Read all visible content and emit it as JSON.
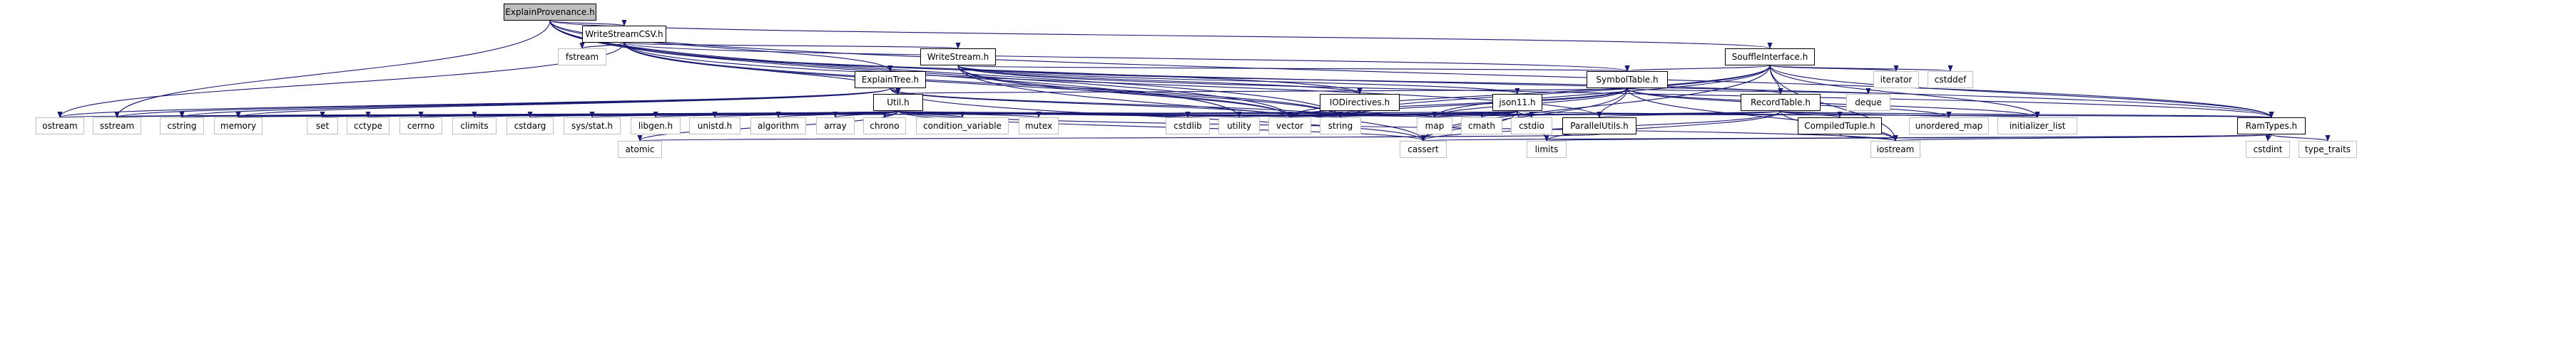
{
  "graph": {
    "root": "ExplainProvenance.h",
    "nodes": [
      {
        "id": "explainprovenance",
        "label": "ExplainProvenance.h",
        "kind": "root"
      },
      {
        "id": "writestreamcsv",
        "label": "WriteStreamCSV.h",
        "kind": "header"
      },
      {
        "id": "souffleinterface",
        "label": "SouffleInterface.h",
        "kind": "header"
      },
      {
        "id": "fstream",
        "label": "fstream",
        "kind": "system"
      },
      {
        "id": "writestream",
        "label": "WriteStream.h",
        "kind": "header"
      },
      {
        "id": "explaintree",
        "label": "ExplainTree.h",
        "kind": "header"
      },
      {
        "id": "symboltable",
        "label": "SymbolTable.h",
        "kind": "header"
      },
      {
        "id": "iterator",
        "label": "iterator",
        "kind": "system"
      },
      {
        "id": "cstddef",
        "label": "cstddef",
        "kind": "system"
      },
      {
        "id": "util",
        "label": "Util.h",
        "kind": "header"
      },
      {
        "id": "iodirectives",
        "label": "IODirectives.h",
        "kind": "header"
      },
      {
        "id": "json11",
        "label": "json11.h",
        "kind": "header"
      },
      {
        "id": "recordtable",
        "label": "RecordTable.h",
        "kind": "header"
      },
      {
        "id": "deque",
        "label": "deque",
        "kind": "system"
      },
      {
        "id": "ostream",
        "label": "ostream",
        "kind": "system"
      },
      {
        "id": "sstream",
        "label": "sstream",
        "kind": "system"
      },
      {
        "id": "cstring",
        "label": "cstring",
        "kind": "system"
      },
      {
        "id": "memory",
        "label": "memory",
        "kind": "system"
      },
      {
        "id": "set",
        "label": "set",
        "kind": "system"
      },
      {
        "id": "cctype",
        "label": "cctype",
        "kind": "system"
      },
      {
        "id": "cerrno",
        "label": "cerrno",
        "kind": "system"
      },
      {
        "id": "climits",
        "label": "climits",
        "kind": "system"
      },
      {
        "id": "cstdarg",
        "label": "cstdarg",
        "kind": "system"
      },
      {
        "id": "sysstat",
        "label": "sys/stat.h",
        "kind": "system"
      },
      {
        "id": "libgen",
        "label": "libgen.h",
        "kind": "system"
      },
      {
        "id": "unistd",
        "label": "unistd.h",
        "kind": "system"
      },
      {
        "id": "algorithm",
        "label": "algorithm",
        "kind": "system"
      },
      {
        "id": "array",
        "label": "array",
        "kind": "system"
      },
      {
        "id": "chrono",
        "label": "chrono",
        "kind": "system"
      },
      {
        "id": "condition_variable",
        "label": "condition_variable",
        "kind": "system"
      },
      {
        "id": "mutex",
        "label": "mutex",
        "kind": "system"
      },
      {
        "id": "cstdlib",
        "label": "cstdlib",
        "kind": "system"
      },
      {
        "id": "utility",
        "label": "utility",
        "kind": "system"
      },
      {
        "id": "vector",
        "label": "vector",
        "kind": "system"
      },
      {
        "id": "string",
        "label": "string",
        "kind": "system"
      },
      {
        "id": "map",
        "label": "map",
        "kind": "system"
      },
      {
        "id": "cmath",
        "label": "cmath",
        "kind": "system"
      },
      {
        "id": "cstdio",
        "label": "cstdio",
        "kind": "system"
      },
      {
        "id": "parallelutils",
        "label": "ParallelUtils.h",
        "kind": "header"
      },
      {
        "id": "compiledtuple",
        "label": "CompiledTuple.h",
        "kind": "header"
      },
      {
        "id": "unordered_map",
        "label": "unordered_map",
        "kind": "system"
      },
      {
        "id": "initializer_list",
        "label": "initializer_list",
        "kind": "system"
      },
      {
        "id": "ramtypes",
        "label": "RamTypes.h",
        "kind": "header"
      },
      {
        "id": "atomic",
        "label": "atomic",
        "kind": "system"
      },
      {
        "id": "cassert",
        "label": "cassert",
        "kind": "system"
      },
      {
        "id": "limits",
        "label": "limits",
        "kind": "system"
      },
      {
        "id": "iostream",
        "label": "iostream",
        "kind": "system"
      },
      {
        "id": "cstdint",
        "label": "cstdint",
        "kind": "system"
      },
      {
        "id": "type_traits",
        "label": "type_traits",
        "kind": "system"
      }
    ],
    "edges": [
      [
        "explainprovenance",
        "writestreamcsv"
      ],
      [
        "explainprovenance",
        "souffleinterface"
      ],
      [
        "explainprovenance",
        "explaintree"
      ],
      [
        "explainprovenance",
        "sstream"
      ],
      [
        "explainprovenance",
        "string"
      ],
      [
        "explainprovenance",
        "vector"
      ],
      [
        "explainprovenance",
        "utility"
      ],
      [
        "explainprovenance",
        "ramtypes"
      ],
      [
        "writestreamcsv",
        "fstream"
      ],
      [
        "writestreamcsv",
        "writestream"
      ],
      [
        "writestreamcsv",
        "symboltable"
      ],
      [
        "writestreamcsv",
        "util"
      ],
      [
        "writestreamcsv",
        "iodirectives"
      ],
      [
        "writestreamcsv",
        "parallelutils"
      ],
      [
        "writestreamcsv",
        "string"
      ],
      [
        "writestreamcsv",
        "vector"
      ],
      [
        "writestreamcsv",
        "ostream"
      ],
      [
        "writestreamcsv",
        "ramtypes"
      ],
      [
        "writestream",
        "symboltable"
      ],
      [
        "writestream",
        "iodirectives"
      ],
      [
        "writestream",
        "json11"
      ],
      [
        "writestream",
        "recordtable"
      ],
      [
        "writestream",
        "ramtypes"
      ],
      [
        "writestream",
        "string"
      ],
      [
        "writestream",
        "vector"
      ],
      [
        "writestream",
        "cassert"
      ],
      [
        "souffleinterface",
        "symboltable"
      ],
      [
        "souffleinterface",
        "iterator"
      ],
      [
        "souffleinterface",
        "cstddef"
      ],
      [
        "souffleinterface",
        "ramtypes"
      ],
      [
        "souffleinterface",
        "initializer_list"
      ],
      [
        "souffleinterface",
        "iostream"
      ],
      [
        "souffleinterface",
        "map"
      ],
      [
        "souffleinterface",
        "string"
      ],
      [
        "souffleinterface",
        "vector"
      ],
      [
        "souffleinterface",
        "cassert"
      ],
      [
        "souffleinterface",
        "recordtable"
      ],
      [
        "explaintree",
        "util"
      ],
      [
        "explaintree",
        "sstream"
      ],
      [
        "explaintree",
        "ostream"
      ],
      [
        "explaintree",
        "cstring"
      ],
      [
        "explaintree",
        "memory"
      ],
      [
        "explaintree",
        "string"
      ],
      [
        "explaintree",
        "vector"
      ],
      [
        "explaintree",
        "cassert"
      ],
      [
        "symboltable",
        "util"
      ],
      [
        "symboltable",
        "parallelutils"
      ],
      [
        "symboltable",
        "deque"
      ],
      [
        "symboltable",
        "map"
      ],
      [
        "symboltable",
        "unordered_map"
      ],
      [
        "symboltable",
        "string"
      ],
      [
        "symboltable",
        "vector"
      ],
      [
        "symboltable",
        "cassert"
      ],
      [
        "symboltable",
        "iostream"
      ],
      [
        "symboltable",
        "initializer_list"
      ],
      [
        "util",
        "ostream"
      ],
      [
        "util",
        "sstream"
      ],
      [
        "util",
        "cstring"
      ],
      [
        "util",
        "memory"
      ],
      [
        "util",
        "set"
      ],
      [
        "util",
        "cctype"
      ],
      [
        "util",
        "cerrno"
      ],
      [
        "util",
        "climits"
      ],
      [
        "util",
        "cstdarg"
      ],
      [
        "util",
        "sysstat"
      ],
      [
        "util",
        "libgen"
      ],
      [
        "util",
        "unistd"
      ],
      [
        "util",
        "algorithm"
      ],
      [
        "util",
        "array"
      ],
      [
        "util",
        "chrono"
      ],
      [
        "util",
        "condition_variable"
      ],
      [
        "util",
        "mutex"
      ],
      [
        "util",
        "cstdlib"
      ],
      [
        "util",
        "utility"
      ],
      [
        "util",
        "vector"
      ],
      [
        "util",
        "string"
      ],
      [
        "util",
        "map"
      ],
      [
        "util",
        "iostream"
      ],
      [
        "util",
        "atomic"
      ],
      [
        "util",
        "cassert"
      ],
      [
        "util",
        "ramtypes"
      ],
      [
        "iodirectives",
        "map"
      ],
      [
        "iodirectives",
        "string"
      ],
      [
        "iodirectives",
        "vector"
      ],
      [
        "iodirectives",
        "memory"
      ],
      [
        "json11",
        "string"
      ],
      [
        "json11",
        "vector"
      ],
      [
        "json11",
        "map"
      ],
      [
        "json11",
        "memory"
      ],
      [
        "json11",
        "initializer_list"
      ],
      [
        "json11",
        "cmath"
      ],
      [
        "json11",
        "cstdio"
      ],
      [
        "json11",
        "cstdlib"
      ],
      [
        "json11",
        "utility"
      ],
      [
        "json11",
        "limits"
      ],
      [
        "json11",
        "cassert"
      ],
      [
        "recordtable",
        "compiledtuple"
      ],
      [
        "recordtable",
        "parallelutils"
      ],
      [
        "recordtable",
        "ramtypes"
      ],
      [
        "recordtable",
        "cassert"
      ],
      [
        "recordtable",
        "limits"
      ],
      [
        "recordtable",
        "map"
      ],
      [
        "recordtable",
        "unordered_map"
      ],
      [
        "recordtable",
        "vector"
      ],
      [
        "recordtable",
        "iostream"
      ],
      [
        "parallelutils",
        "atomic"
      ],
      [
        "compiledtuple",
        "iostream"
      ],
      [
        "ramtypes",
        "cstdint"
      ],
      [
        "ramtypes",
        "limits"
      ],
      [
        "ramtypes",
        "type_traits"
      ],
      [
        "ramtypes",
        "cassert"
      ],
      [
        "ramtypes",
        "iostream"
      ]
    ]
  }
}
